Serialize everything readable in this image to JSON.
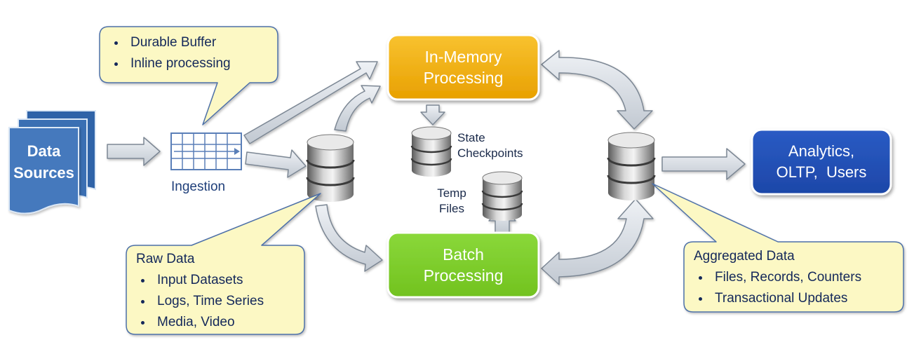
{
  "data_sources": {
    "line1": "Data",
    "line2": "Sources"
  },
  "ingestion": {
    "label": "Ingestion"
  },
  "ingestion_callout": {
    "items": [
      "Durable Buffer",
      "Inline processing"
    ]
  },
  "in_memory": {
    "line1": "In-Memory",
    "line2": "Processing"
  },
  "batch": {
    "line1": "Batch",
    "line2": "Processing"
  },
  "state_checkpoints": {
    "line1": "State",
    "line2": "Checkpoints"
  },
  "temp_files": {
    "line1": "Temp",
    "line2": "Files"
  },
  "analytics": {
    "line1": "Analytics,",
    "line2": "OLTP,  Users"
  },
  "raw_data_callout": {
    "title": "Raw Data",
    "items": [
      "Input Datasets",
      "Logs, Time Series",
      "Media, Video"
    ]
  },
  "aggregated_callout": {
    "title": "Aggregated Data",
    "items": [
      "Files, Records, Counters",
      "Transactional Updates"
    ]
  },
  "colors": {
    "data_sources": "#3f74b8",
    "in_memory": "#f0ae05",
    "batch": "#7fce2c",
    "analytics": "#2350b8",
    "callout_fill": "#fcf8c4",
    "callout_border": "#4d70a8",
    "arrow_fill": "#d6dbe2",
    "arrow_stroke": "#7c8794"
  }
}
